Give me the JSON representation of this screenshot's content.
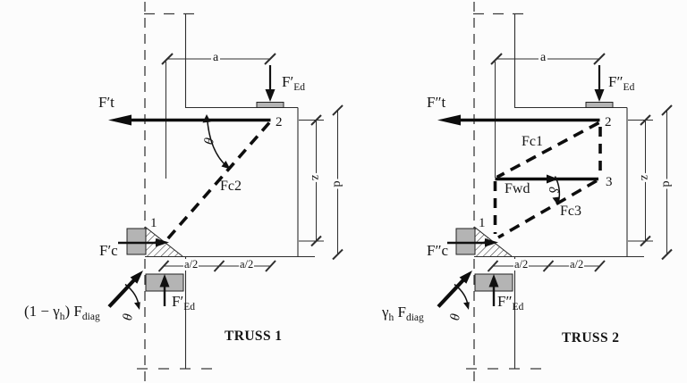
{
  "figure": {
    "background_color": "#fcfcfc",
    "ink_color": "#141414",
    "plate_color": "#b4b4b4"
  },
  "truss1": {
    "title": "TRUSS 1",
    "nodes": {
      "n1": "1",
      "n2": "2"
    },
    "forces": {
      "tie": "F′t",
      "top_load_main": "F′",
      "top_load_sub": "Ed",
      "bottom_load_main": "F′",
      "bottom_load_sub": "Ed",
      "horizontal": "F′c",
      "diag_p1": "(1 − γ",
      "diag_s1": "h",
      "diag_p2": ") F",
      "diag_s2": "diag"
    },
    "members": {
      "fc2": "Fc2"
    },
    "dims": {
      "a": "a",
      "a2_left": "a/2",
      "a2_right": "a/2",
      "z": "z",
      "d": "d"
    },
    "angles": {
      "theta_top": "θ",
      "theta_bottom": "θ"
    }
  },
  "truss2": {
    "title": "TRUSS 2",
    "nodes": {
      "n1": "1",
      "n2": "2",
      "n3": "3"
    },
    "forces": {
      "tie": "F″t",
      "top_load_main": "F″",
      "top_load_sub": "Ed",
      "bottom_load_main": "F″",
      "bottom_load_sub": "Ed",
      "horizontal": "F″c",
      "diag_p1": "γ",
      "diag_s1": "h",
      "diag_p2": " F",
      "diag_s2": "diag"
    },
    "members": {
      "fc1": "Fc1",
      "fwd": "Fwd",
      "fc3": "Fc3"
    },
    "dims": {
      "a": "a",
      "a2_left": "a/2",
      "a2_right": "a/2",
      "z": "z",
      "d": "d"
    },
    "angles": {
      "theta_bottom": "θ",
      "delta": "δ"
    }
  }
}
